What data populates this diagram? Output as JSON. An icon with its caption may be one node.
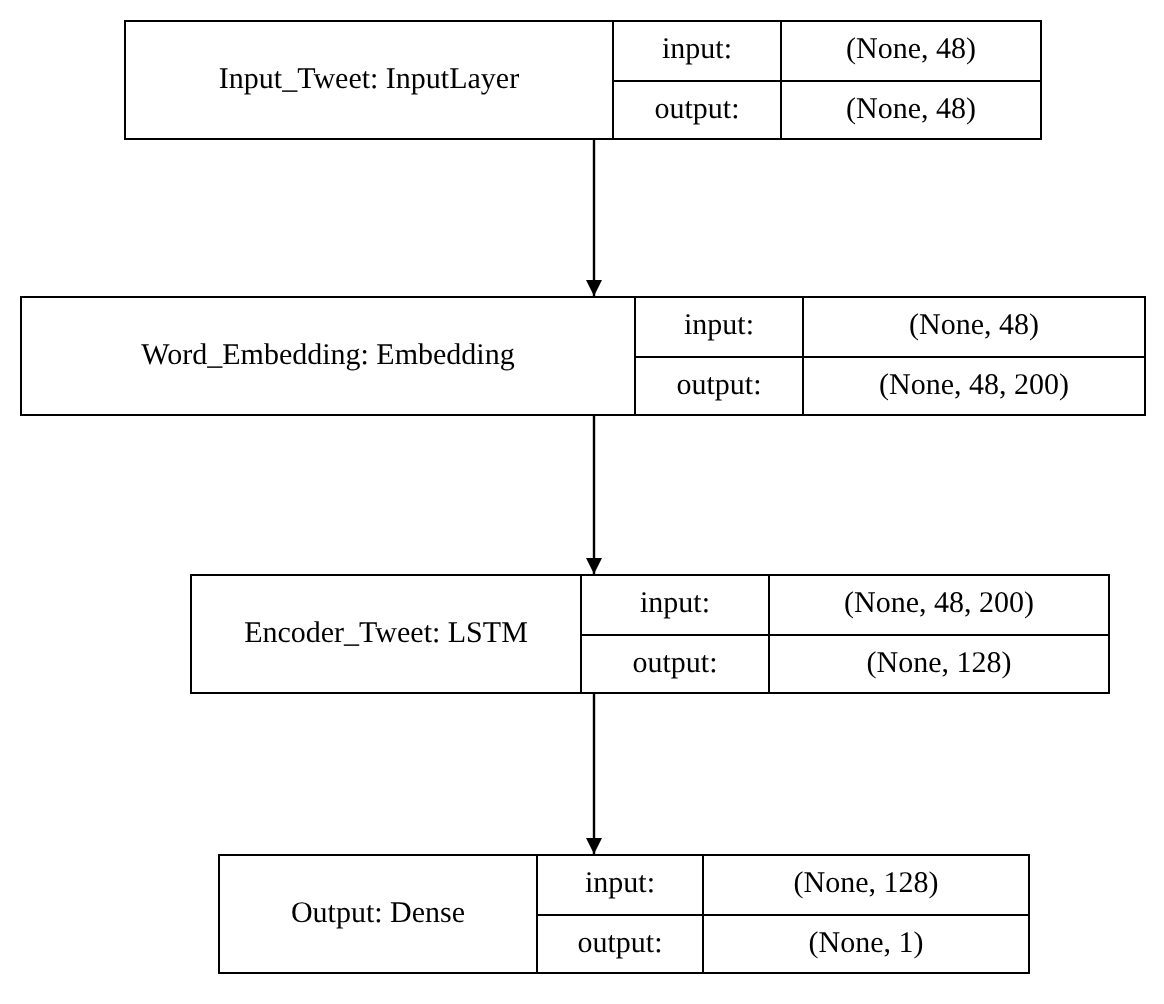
{
  "diagram": {
    "nodes": [
      {
        "text": [
          "Input_Tweet: InputLayer",
          "input:",
          "(None, 48)",
          "output:",
          "(None, 48)"
        ]
      },
      {
        "text": [
          "Word_Embedding: Embedding",
          "input:",
          "(None, 48)",
          "output:",
          "(None, 48, 200)"
        ]
      },
      {
        "text": [
          "Encoder_Tweet: LSTM",
          "input:",
          "(None, 48, 200)",
          "output:",
          "(None, 128)"
        ]
      },
      {
        "text": [
          "Output: Dense",
          "input:",
          "(None, 128)",
          "output:",
          "(None, 1)"
        ]
      }
    ],
    "edges": [
      {
        "from": 0,
        "to": 1,
        "arrow": "to"
      },
      {
        "from": 1,
        "to": 2,
        "arrow": "to"
      },
      {
        "from": 2,
        "to": 3,
        "arrow": "to"
      }
    ]
  }
}
